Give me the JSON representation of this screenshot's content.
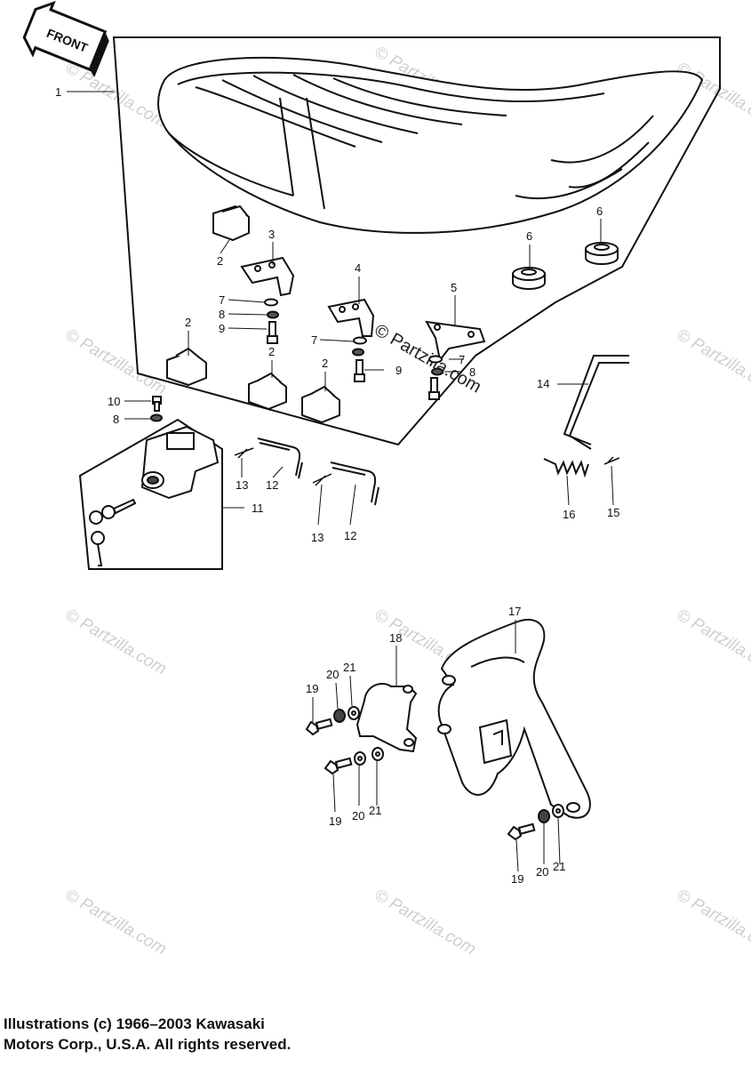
{
  "front_arrow_label": "FRONT",
  "callouts": {
    "c1": "1",
    "c2a": "2",
    "c2b": "2",
    "c2c": "2",
    "c2d": "2",
    "c3": "3",
    "c4": "4",
    "c5": "5",
    "c6a": "6",
    "c6b": "6",
    "c7a": "7",
    "c7b": "7",
    "c7c": "7",
    "c8a": "8",
    "c8b": "8",
    "c8c": "8",
    "c9a": "9",
    "c9b": "9",
    "c10": "10",
    "c11": "11",
    "c12a": "12",
    "c12b": "12",
    "c13a": "13",
    "c13b": "13",
    "c14": "14",
    "c15": "15",
    "c16": "16",
    "c17": "17",
    "c18": "18",
    "c19a": "19",
    "c19b": "19",
    "c19c": "19",
    "c20a": "20",
    "c20b": "20",
    "c20c": "20",
    "c21a": "21",
    "c21b": "21",
    "c21c": "21"
  },
  "watermark_text": "© Partzilla.com",
  "copyright": {
    "line1": "Illustrations (c) 1966–2003 Kawasaki",
    "line2": "Motors Corp., U.S.A.  All rights reserved."
  }
}
